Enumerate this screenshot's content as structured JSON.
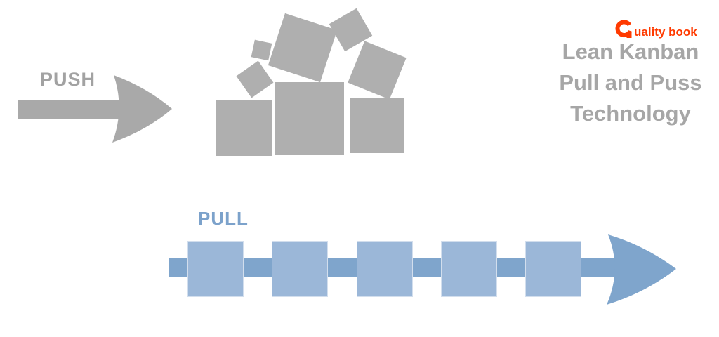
{
  "brand": {
    "name": "uality book",
    "color": "#FF3A00",
    "icon": "stylized-q-mark"
  },
  "title": {
    "lines": [
      "Lean Kanban",
      "Pull and Puss",
      "Technology"
    ],
    "color": "#A6A6A6"
  },
  "push_section": {
    "label": "PUSH",
    "label_color": "#A2A2A2",
    "arrow_color": "#A9A9A9",
    "box_color": "#AFAFAF",
    "box_count": 8
  },
  "pull_section": {
    "label": "PULL",
    "label_color": "#7CA2CB",
    "arrow_color": "#7FA5CC",
    "square_color": "#9BB7D8",
    "square_count": 5
  }
}
